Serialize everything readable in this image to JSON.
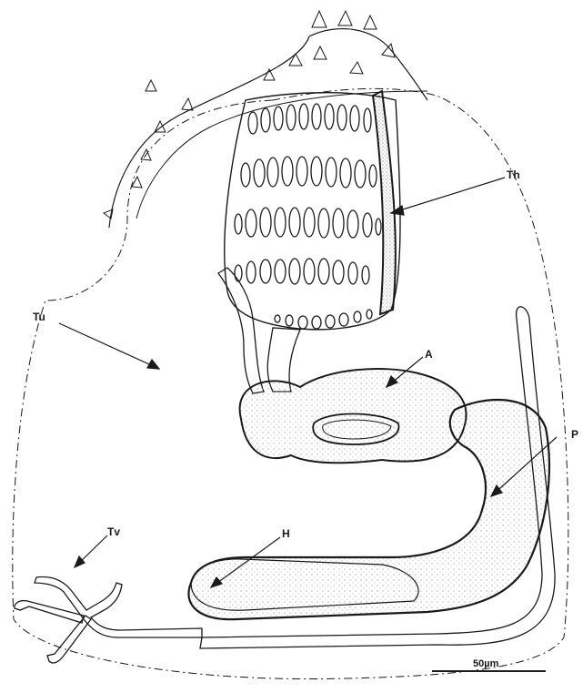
{
  "labels": {
    "th": "Th",
    "tu": "Tu",
    "a": "A",
    "p": "P",
    "tv": "Tv",
    "h": "H"
  },
  "scale_bar": {
    "text": "50µm"
  },
  "colors": {
    "ink": "#1a1a1a",
    "stipple": "#8a8a8a",
    "background": "#ffffff"
  }
}
